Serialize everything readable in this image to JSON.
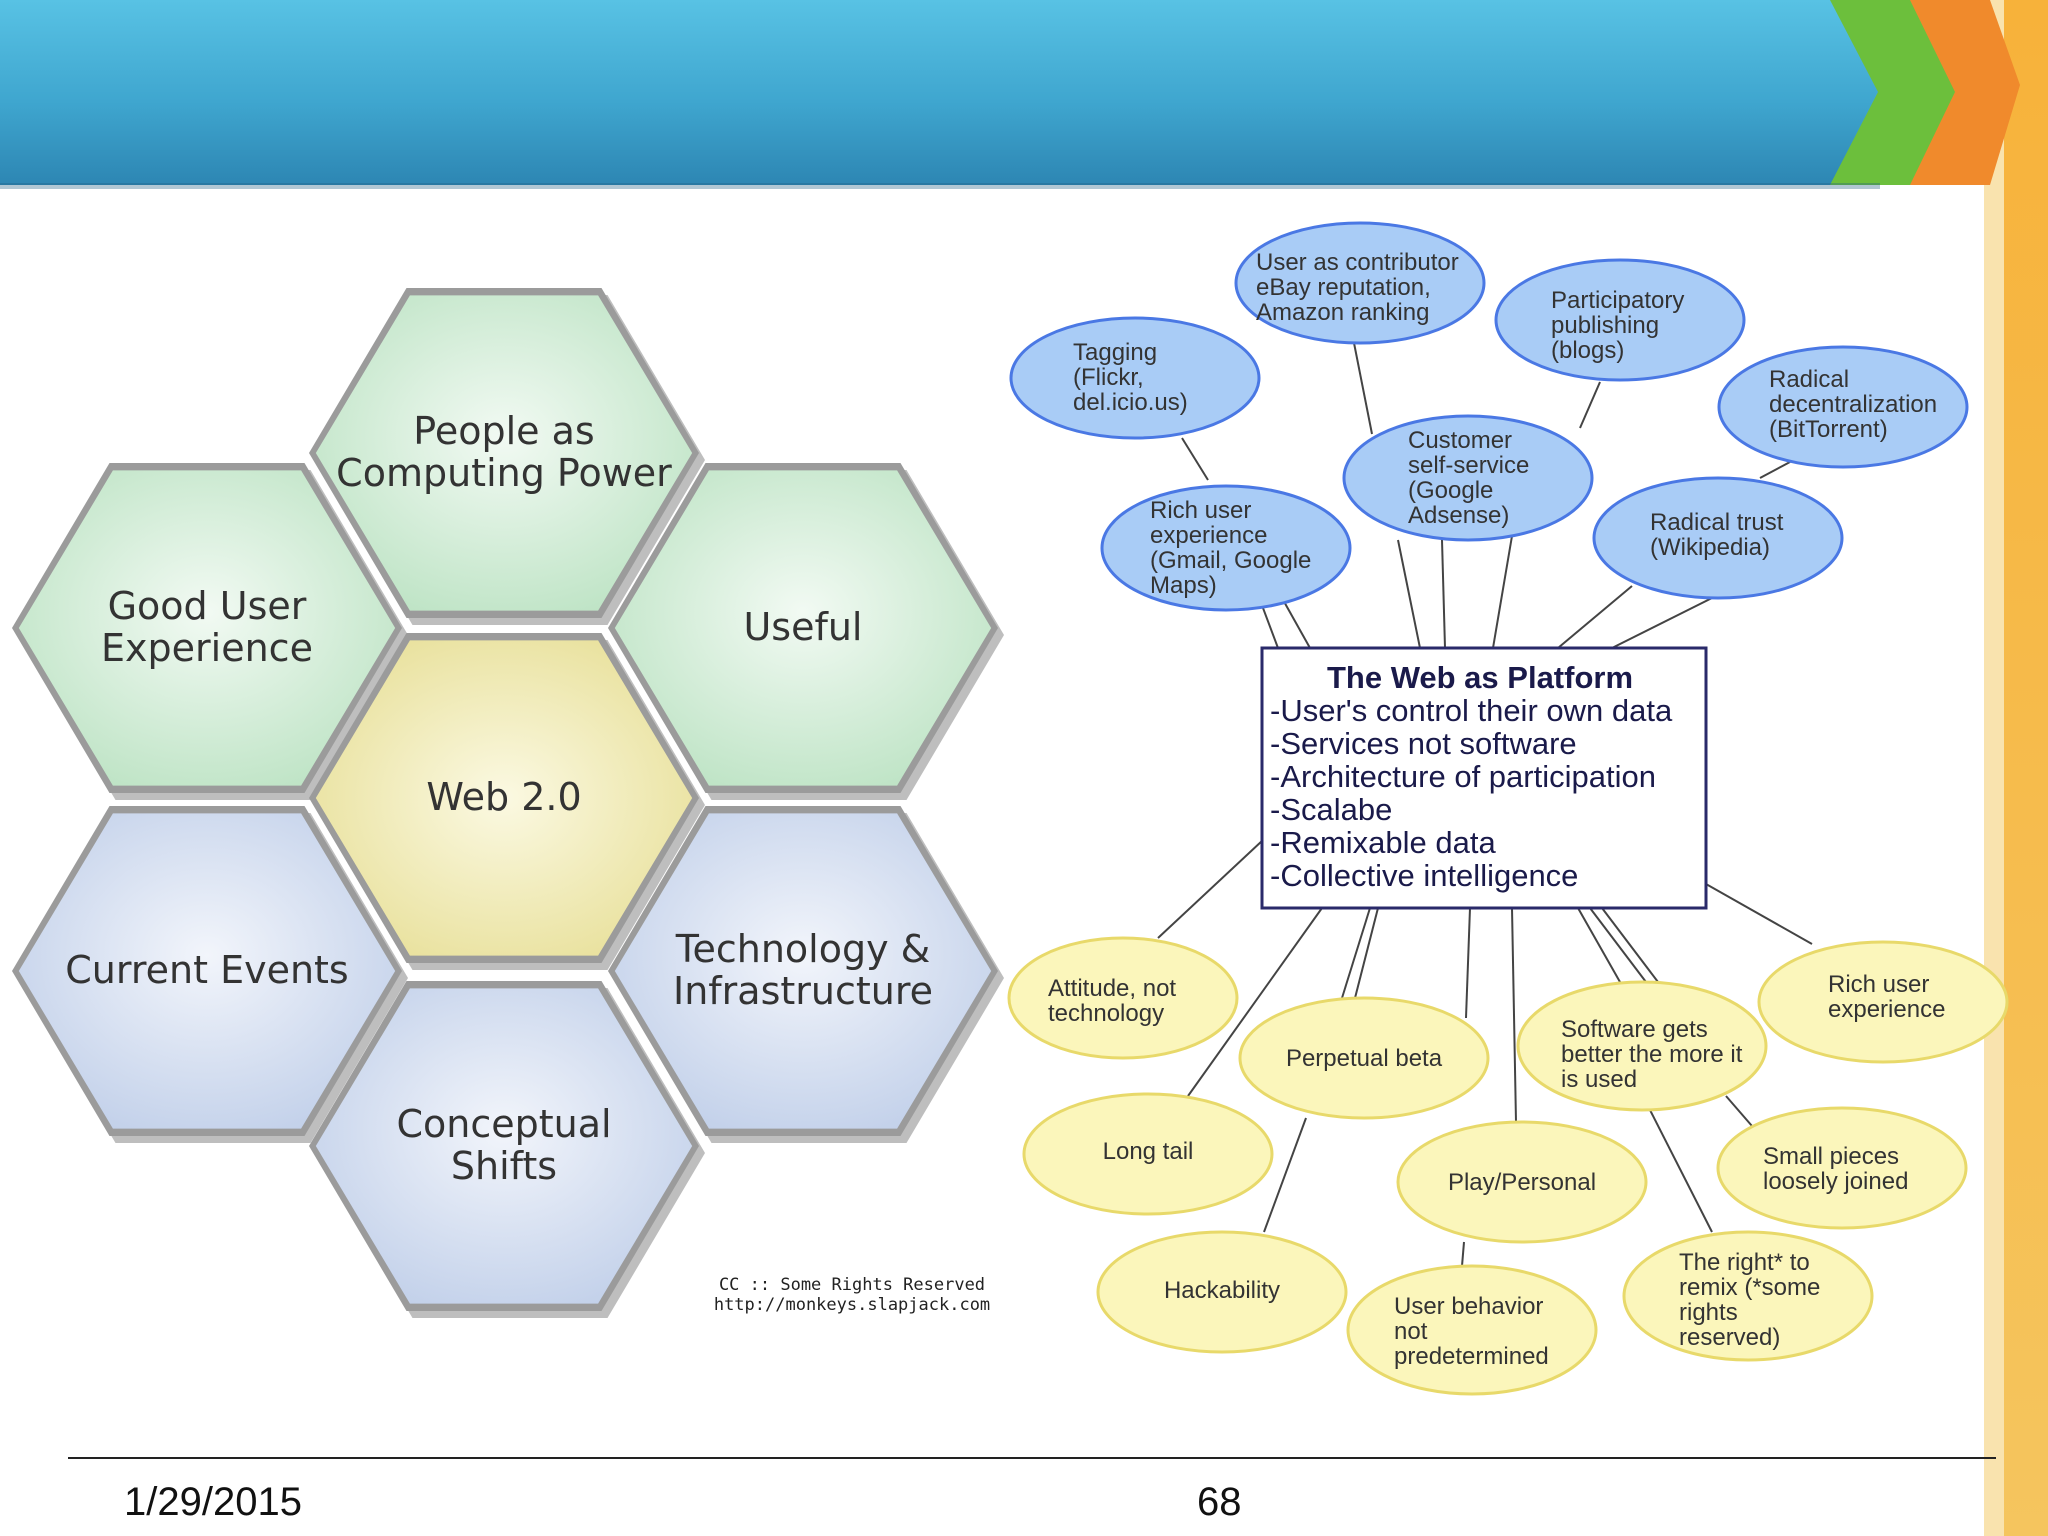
{
  "slide": {
    "footer_date": "1/29/2015",
    "page_number": "68"
  },
  "colors": {
    "header_blue": "#3fa6cf",
    "chevron_green": "#6cbf3c",
    "chevron_orange": "#f08a2c",
    "chevron_yellow": "#f2b134",
    "hex_green": "#dcefe0",
    "hex_yellow": "#f1ecb8",
    "hex_blue": "#dbe4f2",
    "bubble_blue": "#a9ccf6",
    "bubble_blue_stroke": "#4a78e4",
    "bubble_yellow": "#fbf6bb",
    "bubble_yellow_stroke": "#e8d96a"
  },
  "honeycomb": {
    "hexes": [
      {
        "id": "people",
        "lines": [
          "People as",
          "Computing Power"
        ],
        "tone": "green"
      },
      {
        "id": "good-ux",
        "lines": [
          "Good User",
          "Experience"
        ],
        "tone": "green"
      },
      {
        "id": "useful",
        "lines": [
          "Useful"
        ],
        "tone": "green"
      },
      {
        "id": "web20",
        "lines": [
          "Web 2.0"
        ],
        "tone": "yellow"
      },
      {
        "id": "current",
        "lines": [
          "Current Events"
        ],
        "tone": "blue"
      },
      {
        "id": "tech",
        "lines": [
          "Technology &",
          "Infrastructure"
        ],
        "tone": "blue"
      },
      {
        "id": "shifts",
        "lines": [
          "Conceptual",
          "Shifts"
        ],
        "tone": "blue"
      }
    ],
    "credit_lines": [
      "CC :: Some Rights Reserved",
      "http://monkeys.slapjack.com"
    ]
  },
  "mindmap": {
    "center": {
      "title": "The Web as Platform",
      "lines": [
        "-User's control their own data",
        "-Services not software",
        "-Architecture of participation",
        "-Scalabe",
        "-Remixable data",
        "-Collective intelligence"
      ]
    },
    "blue_bubbles": [
      {
        "id": "tagging",
        "lines": [
          "Tagging",
          "(Flickr,",
          "del.icio.us)"
        ]
      },
      {
        "id": "user-contrib",
        "lines": [
          "User as contributor",
          "eBay reputation,",
          "Amazon ranking"
        ]
      },
      {
        "id": "participatory",
        "lines": [
          "Participatory",
          "publishing",
          "(blogs)"
        ]
      },
      {
        "id": "radical-decentral",
        "lines": [
          "Radical",
          "decentralization",
          "(BitTorrent)"
        ]
      },
      {
        "id": "customer-self",
        "lines": [
          "Customer",
          "self-service",
          "(Google",
          "Adsense)"
        ]
      },
      {
        "id": "rich-ux-blue",
        "lines": [
          "Rich user",
          "experience",
          "(Gmail, Google",
          "Maps)"
        ]
      },
      {
        "id": "radical-trust",
        "lines": [
          "Radical trust",
          "(Wikipedia)"
        ]
      }
    ],
    "yellow_bubbles": [
      {
        "id": "attitude",
        "lines": [
          "Attitude, not",
          "technology"
        ]
      },
      {
        "id": "perpetual-beta",
        "lines": [
          "Perpetual beta"
        ]
      },
      {
        "id": "software-better",
        "lines": [
          "Software gets",
          "better the more it",
          "is used"
        ]
      },
      {
        "id": "rich-ux-yellow",
        "lines": [
          "Rich user",
          "experience"
        ]
      },
      {
        "id": "long-tail",
        "lines": [
          "Long tail"
        ]
      },
      {
        "id": "play-personal",
        "lines": [
          "Play/Personal"
        ]
      },
      {
        "id": "small-pieces",
        "lines": [
          "Small pieces",
          "loosely joined"
        ]
      },
      {
        "id": "hackability",
        "lines": [
          "Hackability"
        ]
      },
      {
        "id": "user-behavior",
        "lines": [
          "User behavior",
          "not",
          "predetermined"
        ]
      },
      {
        "id": "right-to-remix",
        "lines": [
          "The right* to",
          "remix (*some",
          "rights",
          "reserved)"
        ]
      }
    ]
  }
}
